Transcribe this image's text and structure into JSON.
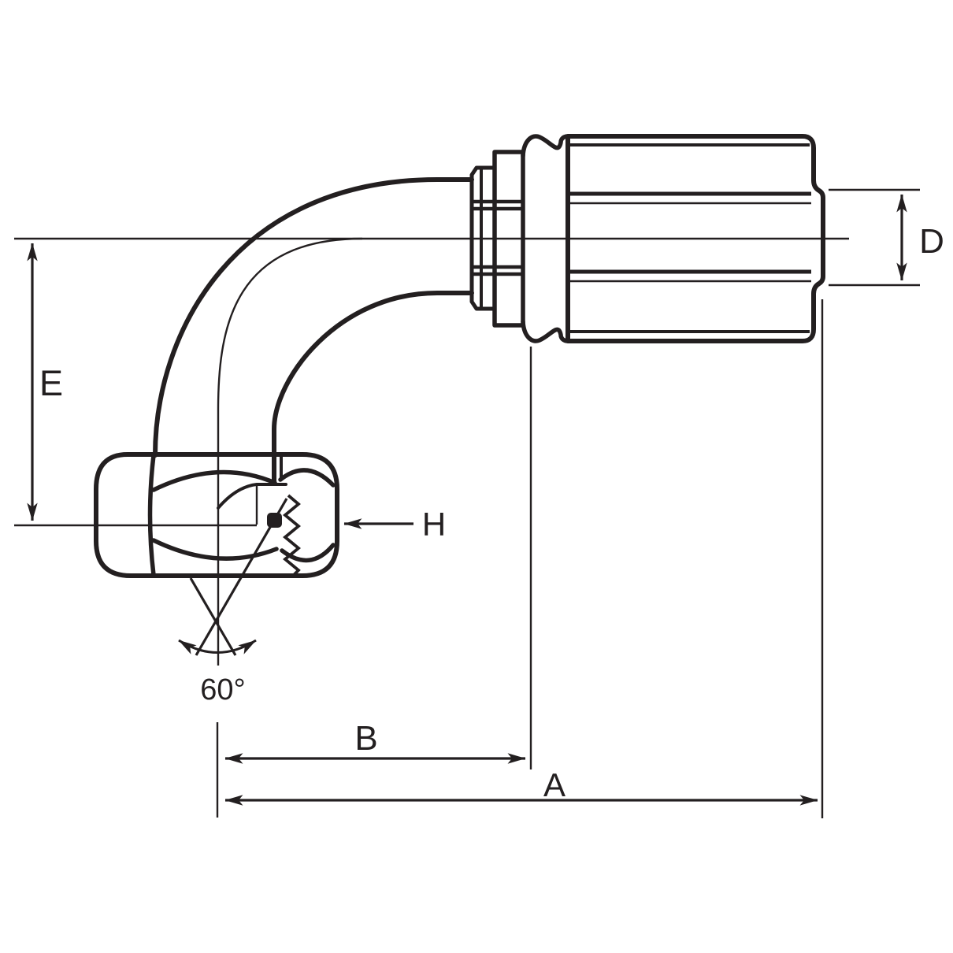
{
  "diagram": {
    "description": "Technical line drawing of a 90 degree female swivel hydraulic hose fitting with dimension callouts",
    "labels": {
      "a": "A",
      "b": "B",
      "d": "D",
      "e": "E",
      "h": "H",
      "angle": "60°"
    },
    "colors": {
      "line": "#231f20",
      "background": "#ffffff"
    }
  }
}
